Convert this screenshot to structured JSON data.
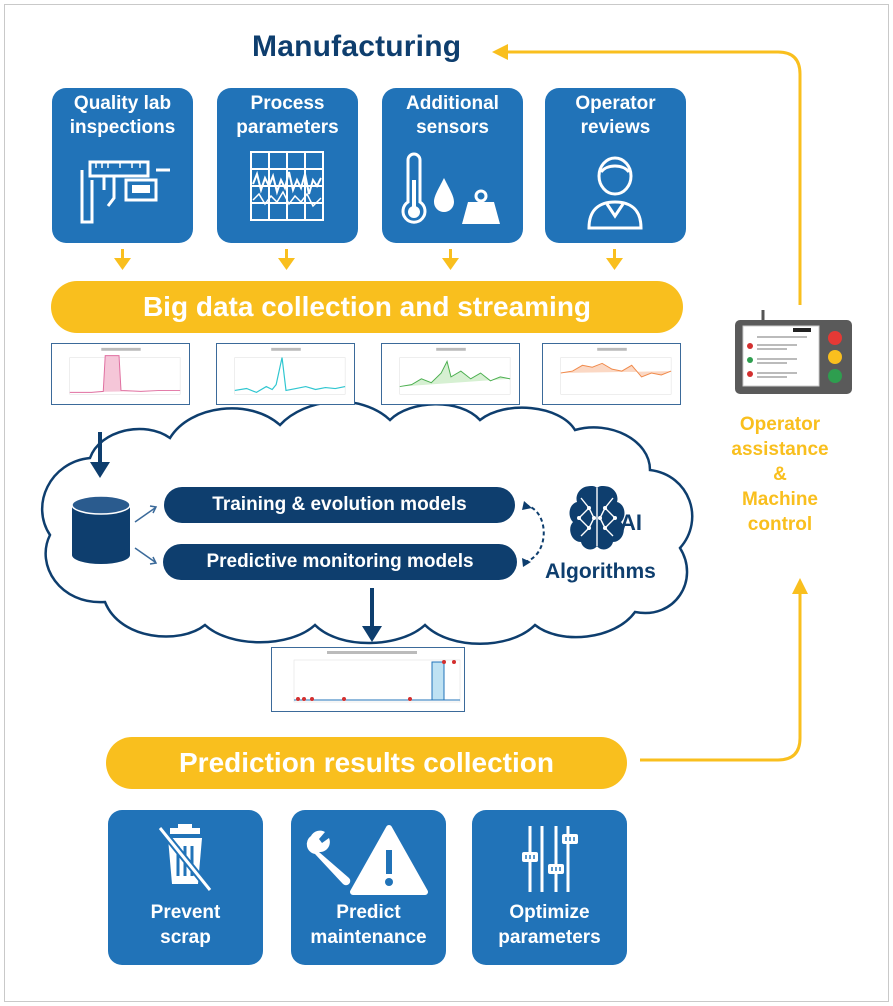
{
  "title": "Manufacturing",
  "sources": [
    {
      "label": "Quality lab inspections",
      "icon": "caliper-icon"
    },
    {
      "label": "Process parameters",
      "icon": "chart-grid-icon"
    },
    {
      "label": "Additional sensors",
      "icon": "thermometer-drop-weight-icon"
    },
    {
      "label": "Operator reviews",
      "icon": "operator-user-icon"
    }
  ],
  "collection_label": "Big data collection and streaming",
  "models": {
    "training": "Training & evolution models",
    "predictive": "Predictive monitoring models",
    "ai": "AI",
    "algorithms": "Algorithms"
  },
  "results_label": "Prediction results collection",
  "outcomes": [
    {
      "label": "Prevent scrap",
      "icon": "no-trash-icon"
    },
    {
      "label": "Predict maintenance",
      "icon": "wrench-warning-icon"
    },
    {
      "label": "Optimize parameters",
      "icon": "sliders-icon"
    }
  ],
  "operator_label": "Operator assistance & Machine control",
  "colors": {
    "navy": "#0e3e6e",
    "blue": "#2173b8",
    "yellow": "#f9bf1e"
  }
}
